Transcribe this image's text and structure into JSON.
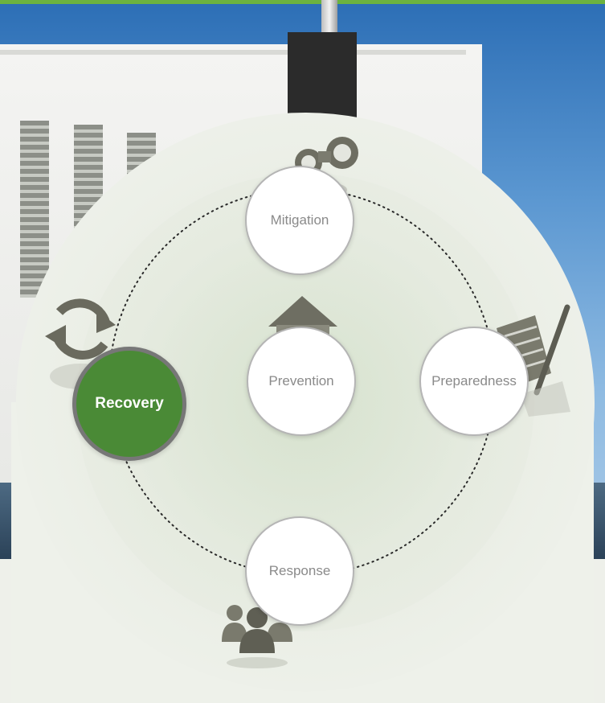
{
  "stages": {
    "mitigation": {
      "label": "Mitigation",
      "icon": "binoculars-icon"
    },
    "prevention": {
      "label": "Prevention",
      "icon": "house-icon"
    },
    "preparedness": {
      "label": "Preparedness",
      "icon": "checklist-icon"
    },
    "response": {
      "label": "Response",
      "icon": "people-icon"
    },
    "recovery": {
      "label": "Recovery",
      "icon": "cycle-arrows-icon",
      "active": true
    }
  },
  "colors": {
    "accent": "#6cb33f",
    "active_node": "#4a8a36",
    "node_text": "#8a8a8a",
    "icon_gray": "#6e6e62"
  }
}
